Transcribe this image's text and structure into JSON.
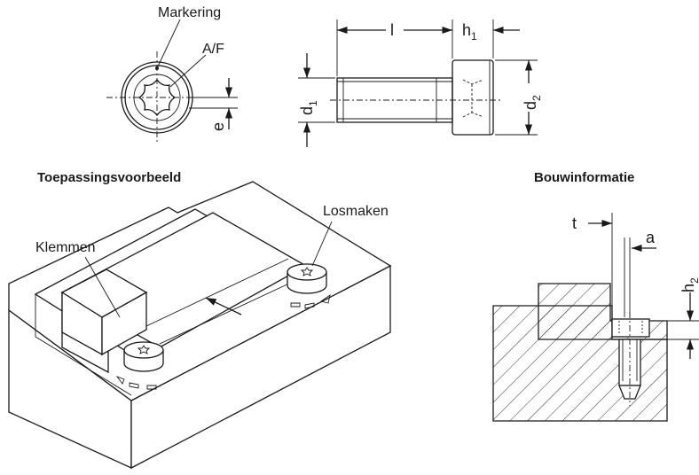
{
  "top_view": {
    "label_marking": "Markering",
    "label_af": "A/F",
    "label_e": "e"
  },
  "side_view": {
    "label_l": "l",
    "label_h": "h",
    "label_h_sub": "1",
    "label_d1": "d",
    "label_d1_sub": "1",
    "label_d2": "d",
    "label_d2_sub": "2"
  },
  "application": {
    "title": "Toepassingsvoorbeeld",
    "label_clamp": "Klemmen",
    "label_release": "Losmaken"
  },
  "installation": {
    "title": "Bouwinformatie",
    "label_t": "t",
    "label_a": "a",
    "label_h2": "h",
    "label_h2_sub": "2"
  }
}
